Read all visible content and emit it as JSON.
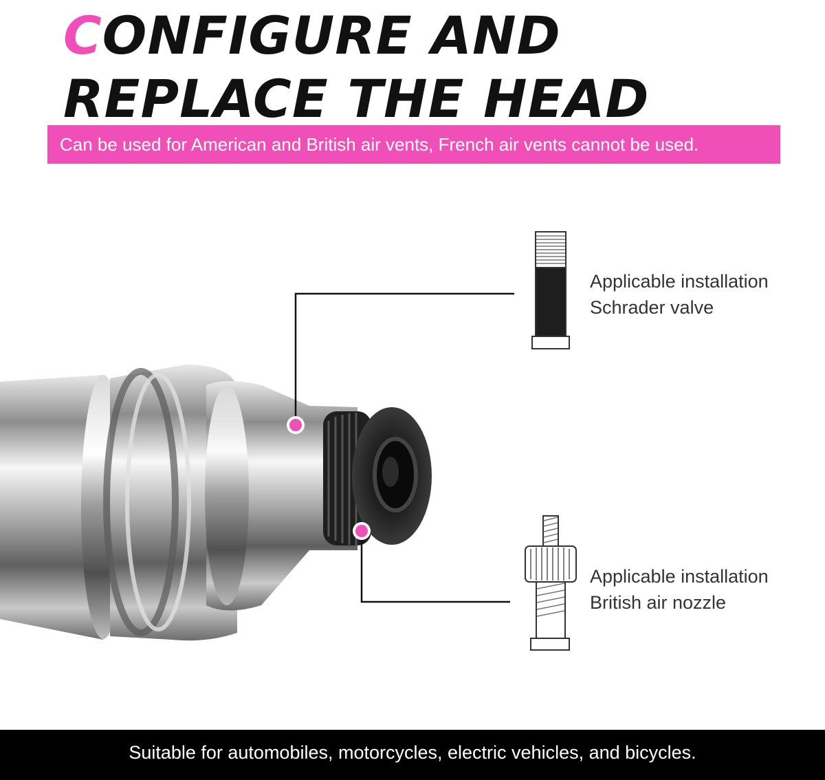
{
  "title": {
    "accent_letter": "C",
    "line1_rest": "ONFIGURE AND",
    "line2": "REPLACE THE HEAD"
  },
  "banner_top": "Can be used for American and British air vents, French air vents cannot be used.",
  "callouts": [
    {
      "line1": "Applicable installation",
      "line2": "Schrader valve"
    },
    {
      "line1": "Applicable installation",
      "line2": "British air nozzle"
    }
  ],
  "banner_bottom": "Suitable for automobiles, motorcycles, electric vehicles, and bicycles.",
  "colors": {
    "accent": "#f04fb7",
    "text": "#111111",
    "band_text": "#ffffff",
    "bottom_band": "#000000"
  }
}
